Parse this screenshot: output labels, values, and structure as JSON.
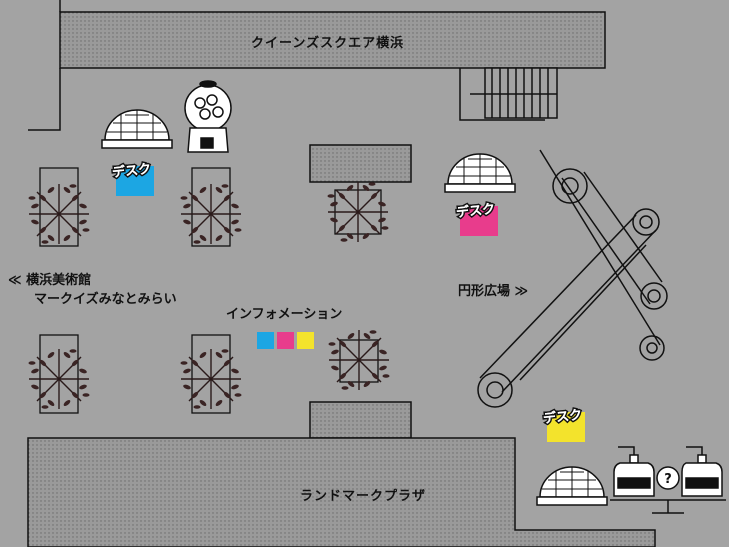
{
  "map": {
    "colors": {
      "background": "#a3a3a3",
      "building": "#959595",
      "line": "#111111",
      "cyan": "#1ca6e3",
      "magenta": "#e83c8c",
      "yellow": "#f3e32c"
    },
    "buildings": {
      "queens_square": "クイーンズスクエア横浜",
      "landmark_plaza": "ランドマークプラザ"
    },
    "destinations": {
      "museum_line1": "≪ 横浜美術館",
      "museum_line2": "マークイズみなとみらい",
      "circle_plaza": "円形広場 ≫"
    },
    "information": {
      "label": "インフォメーション",
      "swatch_colors": [
        "#1ca6e3",
        "#e83c8c",
        "#f3e32c"
      ]
    },
    "desks": [
      {
        "label": "デスク",
        "color": "#1ca6e3"
      },
      {
        "label": "デスク",
        "color": "#e83c8c"
      },
      {
        "label": "デスク",
        "color": "#f3e32c"
      }
    ],
    "icons": [
      "dome-icon",
      "gacha-machine-icon",
      "tree-icon",
      "escalator-icon",
      "stairs-icon",
      "dispenser-icon",
      "question-icon"
    ]
  }
}
